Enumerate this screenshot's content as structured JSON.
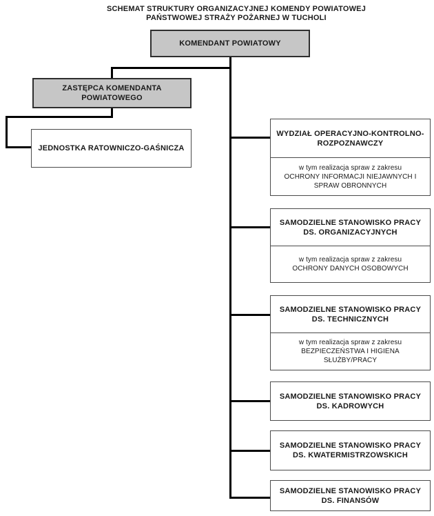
{
  "title": {
    "line1": "SCHEMAT STRUKTURY ORGANIZACYJNEJ KOMENDY POWIATOWEJ",
    "line2": "PAŃSTWOWEJ STRAŻY POŻARNEJ W TUCHOLI"
  },
  "colors": {
    "node_fill_gray": "#c6c6c6",
    "node_fill_white": "#ffffff",
    "connector_black": "#000000",
    "border_dark": "#2e2e2e"
  },
  "nodes": {
    "root": {
      "label": "KOMENDANT POWIATOWY"
    },
    "deputy": {
      "label_lines": [
        "ZASTĘPCA KOMENDANTA",
        "POWIATOWEGO"
      ]
    },
    "rescue_unit": {
      "label": "JEDNOSTKA RATOWNICZO-GAŚNICZA"
    }
  },
  "right_column": [
    {
      "title_lines": [
        "WYDZIAŁ OPERACYJNO-KONTROLNO-",
        "ROZPOZNAWCZY"
      ],
      "note_lines": [
        "w tym realizacja spraw z zakresu",
        "OCHRONY INFORMACJI NIEJAWNYCH I",
        "SPRAW OBRONNYCH"
      ]
    },
    {
      "title_lines": [
        "SAMODZIELNE STANOWISKO PRACY",
        "DS. ORGANIZACYJNYCH"
      ],
      "note_lines": [
        "w tym realizacja spraw z zakresu",
        "OCHRONY DANYCH OSOBOWYCH"
      ]
    },
    {
      "title_lines": [
        "SAMODZIELNE STANOWISKO PRACY",
        "DS. TECHNICZNYCH"
      ],
      "note_lines": [
        "w tym realizacja spraw z zakresu",
        "BEZPIECZEŃSTWA I HIGIENA",
        "SŁUŻBY/PRACY"
      ]
    },
    {
      "title_lines": [
        "SAMODZIELNE STANOWISKO PRACY",
        "DS. KADROWYCH"
      ]
    },
    {
      "title_lines": [
        "SAMODZIELNE STANOWISKO PRACY",
        "DS. KWATERMISTRZOWSKICH"
      ]
    },
    {
      "title_lines": [
        "SAMODZIELNE STANOWISKO PRACY",
        "DS. FINANSÓW"
      ]
    }
  ]
}
